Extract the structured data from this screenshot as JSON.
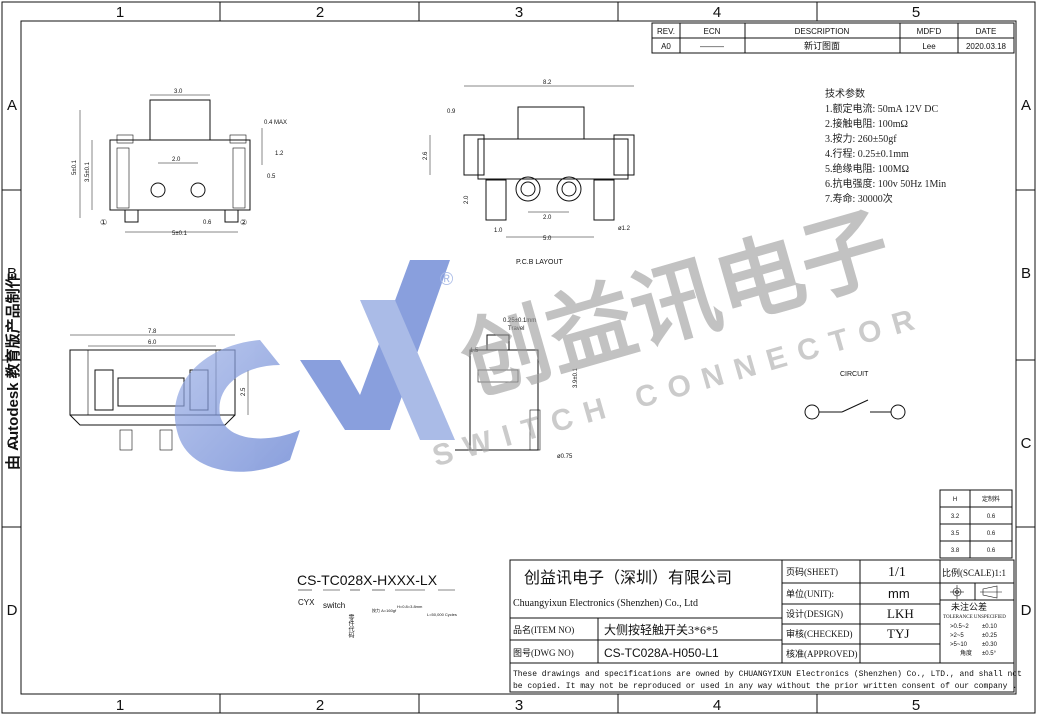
{
  "frame": {
    "col_numbers": [
      "1",
      "2",
      "3",
      "4",
      "5"
    ],
    "row_letters": [
      "A",
      "B",
      "C",
      "D"
    ]
  },
  "revision": {
    "headers": [
      "REV.",
      "ECN",
      "DESCRIPTION",
      "MDF'D",
      "DATE"
    ],
    "row": [
      "A0",
      "———",
      "新订图面",
      "Lee",
      "2020.03.18"
    ]
  },
  "specs": {
    "title": "技术参数",
    "items": [
      "1.额定电流: 50mA 12V DC",
      "2.接触电阻: 100mΩ",
      "3.按力: 260±50gf",
      "4.行程: 0.25±0.1mm",
      "5.绝缘电阻: 100MΩ",
      "6.抗电强度: 100v 50Hz 1Min",
      "7.寿命: 30000次"
    ]
  },
  "views": {
    "top_dims": [
      "3.0",
      "0.4 MAX",
      "5±0.1",
      "3.5±0.1",
      "2.0",
      "1.2",
      "0.5",
      "0.6",
      "5±0.1"
    ],
    "pcb_dims": [
      "8.2",
      "0.9",
      "2.6",
      "2.0",
      "1.0",
      "2.0",
      "5.0",
      "ø1.2"
    ],
    "pcb_label": "P.C.B LAYOUT",
    "side_dims": [
      "7.8",
      "6.0",
      "2.5"
    ],
    "travel_label": "0.25±0.1mm",
    "travel_word": "Travel",
    "travel_dims": [
      "1.5",
      "3.9±0.1",
      "ø0.75"
    ],
    "circuit_label": "CIRCUIT",
    "marker_1": "①",
    "marker_2": "②"
  },
  "height_table": {
    "headers": [
      "H",
      "定制料"
    ],
    "rows": [
      [
        "3.2",
        "0.6"
      ],
      [
        "3.5",
        "0.6"
      ],
      [
        "3.8",
        "0.6"
      ]
    ]
  },
  "part_code": {
    "code": "CS-TC028X-HXXX-LX",
    "cyx": "CYX",
    "switch": "switch",
    "vertical": "零件代码",
    "force": "按力 A=160gf",
    "height": "H=0.8=3.8mm",
    "life": "L=50,000 Cycles"
  },
  "watermark": {
    "side_text": "由 Autodesk 教育版产品制作",
    "logo": "CYX",
    "brand": "创益讯电子",
    "line1": "SWITCH CONNECTOR",
    "registered": "®"
  },
  "title_block": {
    "company_cn": "创益讯电子（深圳）有限公司",
    "company_en": "Chuangyixun Electronics (Shenzhen) Co., Ltd",
    "item_label": "品名(ITEM NO)",
    "item_value": "大侧按轻触开关3*6*5",
    "dwg_label": "图号(DWG NO)",
    "dwg_value": "CS-TC028A-H050-L1",
    "sheet_label": "页码(SHEET)",
    "sheet_value": "1/1",
    "unit_label": "单位(UNIT):",
    "unit_value": "mm",
    "design_label": "设计(DESIGN)",
    "design_value": "LKH",
    "checked_label": "审核(CHECKED)",
    "checked_value": "TYJ",
    "approved_label": "核准(APPROVED)",
    "approved_value": "",
    "scale_label": "比例(SCALE)1:1",
    "tol_cn": "未注公差",
    "tol_en": "TOLERANCE UNSPECIFIED",
    "tol_rows": [
      [
        ">0.5~2",
        "±0.10"
      ],
      [
        ">2~5",
        "±0.25"
      ],
      [
        ">5~10",
        "±0.30"
      ],
      [
        "角度",
        "±0.5°"
      ]
    ],
    "notice_1": "These drawings and specifications are owned by CHUANGYIXUN Electronics (Shenzhen) Co., LTD., and shall not",
    "notice_2": "be copied. It may not be reproduced or used in any way without the prior written consent of our company ."
  }
}
